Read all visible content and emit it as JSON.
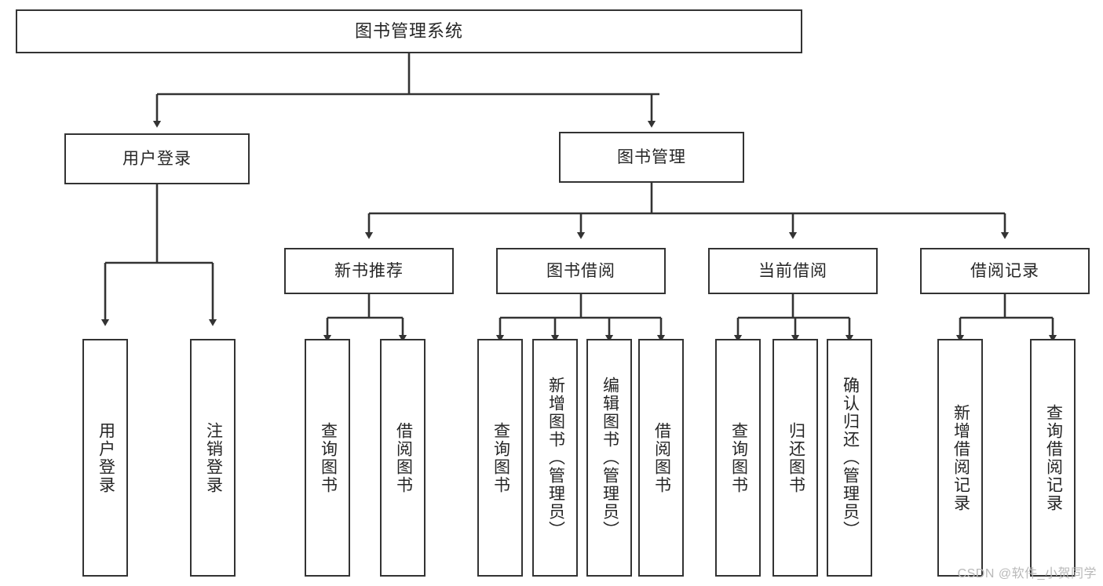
{
  "diagram": {
    "title": "图书管理系统",
    "watermark": "CSDN @软件_小贺同学",
    "line_color": "#333333",
    "box_fill": "#ffffff",
    "text_color": "#262626",
    "watermark_color": "#b9b9b9"
  },
  "nodes": {
    "root": {
      "label": "图书管理系统"
    },
    "level2": [
      {
        "label": "用户登录"
      },
      {
        "label": "图书管理"
      }
    ],
    "level3": [
      {
        "label": "新书推荐"
      },
      {
        "label": "图书借阅"
      },
      {
        "label": "当前借阅"
      },
      {
        "label": "借阅记录"
      }
    ],
    "leaves_user_login": [
      {
        "label": "用户登录"
      },
      {
        "label": "注销登录"
      }
    ],
    "leaves_new_book": [
      {
        "label": "查询图书"
      },
      {
        "label": "借阅图书"
      }
    ],
    "leaves_borrow": [
      {
        "label": "查询图书"
      },
      {
        "label": "新增图书（管理员）"
      },
      {
        "label": "编辑图书（管理员）"
      },
      {
        "label": "借阅图书"
      }
    ],
    "leaves_current": [
      {
        "label": "查询图书"
      },
      {
        "label": "归还图书"
      },
      {
        "label": "确认归还（管理员）"
      }
    ],
    "leaves_records": [
      {
        "label": "新增借阅记录"
      },
      {
        "label": "查询借阅记录"
      }
    ]
  },
  "edges": {
    "root_to_level2": [
      "图书管理系统 → 用户登录",
      "图书管理系统 → 图书管理"
    ],
    "user_login_children": [
      "用户登录 → 用户登录",
      "用户登录 → 注销登录"
    ],
    "book_mgmt_children": [
      "图书管理 → 新书推荐",
      "图书管理 → 图书借阅",
      "图书管理 → 当前借阅",
      "图书管理 → 借阅记录"
    ]
  }
}
